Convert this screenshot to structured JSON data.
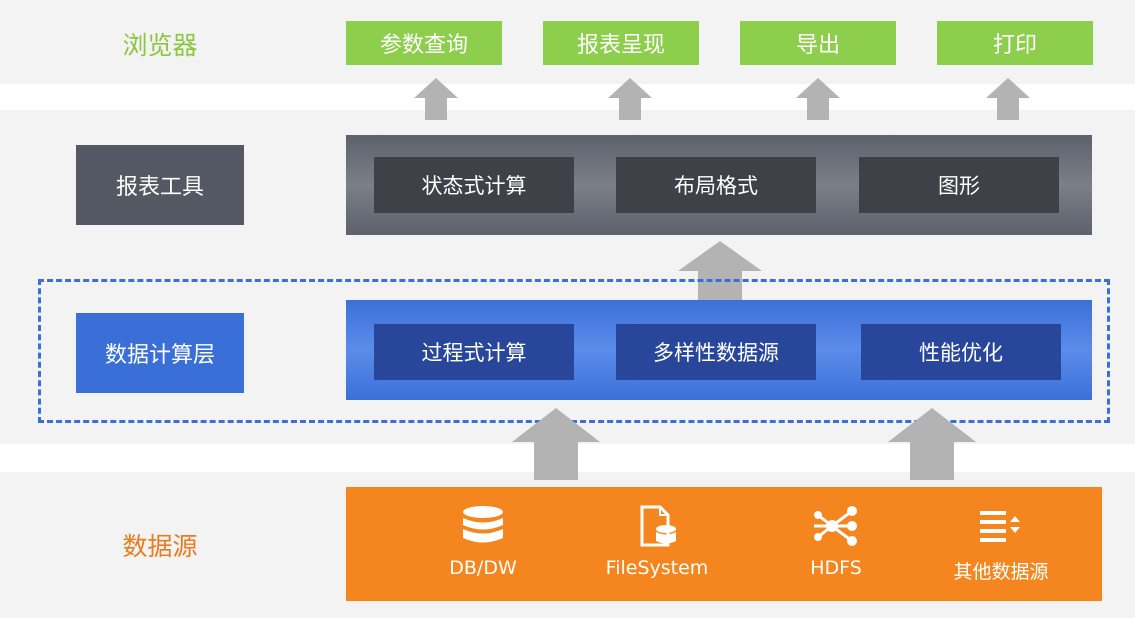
{
  "layers": {
    "browser": "浏览器",
    "report_tool": "报表工具",
    "data_calc": "数据计算层",
    "data_source": "数据源"
  },
  "browser_buttons": [
    "参数查询",
    "报表呈现",
    "导出",
    "打印"
  ],
  "report_tool_items": [
    "状态式计算",
    "布局格式",
    "图形"
  ],
  "data_calc_items": [
    "过程式计算",
    "多样性数据源",
    "性能优化"
  ],
  "data_sources": [
    {
      "label": "DB/DW",
      "icon": "database-icon"
    },
    {
      "label": "FileSystem",
      "icon": "file-database-icon"
    },
    {
      "label": "HDFS",
      "icon": "hdfs-network-icon"
    },
    {
      "label": "其他数据源",
      "icon": "list-sort-icon"
    }
  ],
  "colors": {
    "green": "#8dcf4c",
    "dark_gray": "#545862",
    "blue": "#3a6fd8",
    "orange": "#f5861f",
    "arrow": "#b3b3b3"
  }
}
